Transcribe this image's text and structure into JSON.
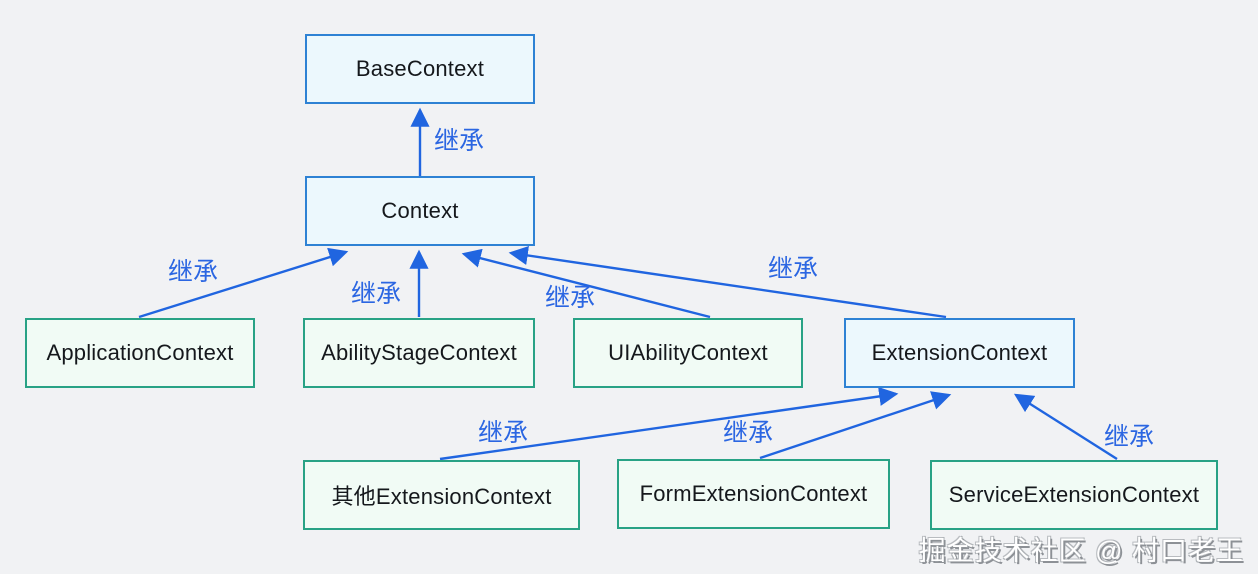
{
  "diagram": {
    "nodes": {
      "base_context": {
        "label": "BaseContext"
      },
      "context": {
        "label": "Context"
      },
      "application_context": {
        "label": "ApplicationContext"
      },
      "ability_stage_context": {
        "label": "AbilityStageContext"
      },
      "ui_ability_context": {
        "label": "UIAbilityContext"
      },
      "extension_context": {
        "label": "ExtensionContext"
      },
      "other_extension_context": {
        "label": "其他ExtensionContext"
      },
      "form_extension_context": {
        "label": "FormExtensionContext"
      },
      "service_extension_context": {
        "label": "ServiceExtensionContext"
      }
    },
    "edges": [
      {
        "from": "Context",
        "to": "BaseContext",
        "label": "继承"
      },
      {
        "from": "ApplicationContext",
        "to": "Context",
        "label": "继承"
      },
      {
        "from": "AbilityStageContext",
        "to": "Context",
        "label": "继承"
      },
      {
        "from": "UIAbilityContext",
        "to": "Context",
        "label": "继承"
      },
      {
        "from": "ExtensionContext",
        "to": "Context",
        "label": "继承"
      },
      {
        "from": "其他ExtensionContext",
        "to": "ExtensionContext",
        "label": "继承"
      },
      {
        "from": "FormExtensionContext",
        "to": "ExtensionContext",
        "label": "继承"
      },
      {
        "from": "ServiceExtensionContext",
        "to": "ExtensionContext",
        "label": "继承"
      }
    ],
    "colors": {
      "background": "#f1f2f4",
      "arrow_blue": "#2065e0",
      "blue_box_border": "#2e82d4",
      "blue_box_fill": "#ecf8fd",
      "green_box_border": "#28a285",
      "green_box_fill": "#f1fbf5",
      "node_text": "#15181c"
    }
  },
  "watermark": {
    "text": "掘金技术社区 @ 村口老王"
  }
}
